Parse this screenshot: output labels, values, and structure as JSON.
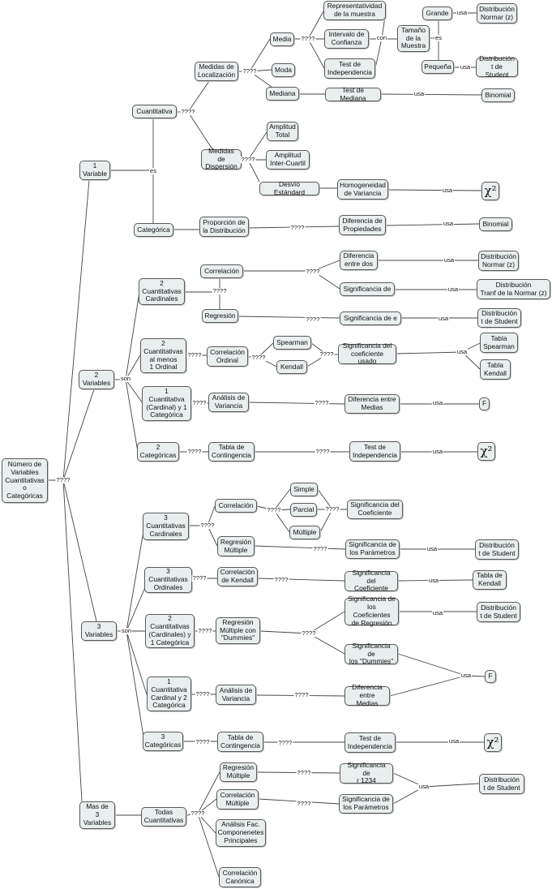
{
  "nodes": {
    "root": "Número de\nVariables\nCuantitativas\no\nCategóricas",
    "v1": "1\nVariable",
    "v2": "2\nVariables",
    "v3": "3\nVariables",
    "vmas": "Mas de\n3\nVariables",
    "cuant": "Cuantitativa",
    "categ": "Categórica",
    "medloc": "Medidas de\nLocalización",
    "meddisp": "Medidas de\nDispersión",
    "media": "Media",
    "moda": "Moda",
    "mediana": "Mediana",
    "repres": "Representatividad\nde la muestra",
    "intconf": "Intervalo de\nConfianza",
    "testind1": "Test de\nIndependencia",
    "tamano": "Tamaño\nde la\nMuestra",
    "grande": "Grande",
    "pequena": "Pequeña",
    "normz": "Distribución\nNormar (z)",
    "studt1": "Distribución\nt de Student",
    "testmed": "Test de Mediana",
    "binom1": "Binomial",
    "amptot": "Amplitud\nTotal",
    "ampiq": "Amplitud\nInter-Cuartil",
    "desvio": "Desvío Estándard",
    "homog": "Homogeneidad\nde Variancia",
    "chi1": "χ²",
    "proporc": "Proporción de\nla Distribución",
    "difprop": "Diferencia de\nPropiedades",
    "binom2": "Binomial",
    "c2card": "2\nCuantitativas\nCardinales",
    "correl1": "Correlación",
    "regres": "Regresión",
    "difdos": "Diferencia\nentre dos",
    "signif1": "Significancia de",
    "signife": "Significancia de e",
    "normz2": "Distribución\nNormar (z)",
    "tranf": "Distribución\nTranf de la Normar (z)",
    "studt2": "Distribución\nt de Student",
    "c2ord": "2\nCuantitativas\nal menos\n1 Ordinal",
    "corrord": "Correlación\nOrdinal",
    "spear": "Spearman",
    "kendall1": "Kendall",
    "signcoef": "Significancia del\ncoeficiente usado",
    "tabsp": "Tabla\nSpearman",
    "tabk1": "Tabla\nKendall",
    "c1card1cat": "1\nCuantitativa\n(Cardinal) y 1\nCategórica",
    "anvar1": "Análisis de\nVariancia",
    "difmed1": "Diferencia entre\nMedias",
    "f1": "F",
    "cat2": "2\nCategóricas",
    "tabcont1": "Tabla de\nContingencia",
    "testind2": "Test de\nIndependencia",
    "chi2": "χ²",
    "c3card": "3\nCuantitativas\nCardinales",
    "correl3": "Correlación",
    "regmul1": "Regresión\nMúltiple",
    "simple": "Simple",
    "parcial": "Parcial",
    "multiple": "Múltiple",
    "signcoef3": "Significancia del\nCoeficiente",
    "signpar1": "Significancia de\nlos Parámetros",
    "studt3": "Distribución\nt de Student",
    "c3ord": "3\nCuantitativas\nOrdinales",
    "corrken": "Correlación\nde Kendall",
    "signcoef4": "Significancia del\nCoeficiente",
    "tabk2": "Tabla de\nKendall",
    "c2card1cat": "2\nCuantitativas\n(Cardinales) y\n1 Categórica",
    "regdum": "Regresión\nMúltiple con\n\"Dummies\"",
    "signcoefreg": "Significancia de\nlos Coeficientes\nde Regresión",
    "signdum": "Significancia de\nlos \"Dummies\"",
    "studt4": "Distribución\nt de Student",
    "f2": "F",
    "c1card2cat": "1\nCuantitativa\nCardinal y 2\nCategórica",
    "anvar2": "Análisis de\nVariancia",
    "difmed2": "Diferencia\nentre Medias",
    "cat3": "3\nCategóricas",
    "tabcont2": "Tabla de\nContingencia",
    "testind3": "Test de\nIndependencia",
    "chi3": "χ²",
    "todas": "Todas\nCuantitativas",
    "regmul2": "Regresión\nMúltiple",
    "corrmul": "Correlación\nMúltiple",
    "anfac": "Análisis Fac.\nComponenetes\nPrincipales",
    "corrcan": "Correlación\nCanónica",
    "signr": "Significancia de\nr 1234",
    "signpar2": "Significancia de\nlos Parámetros",
    "studt5": "Distribución\nt de Student"
  },
  "link_labels": {
    "q": "????",
    "es": "es",
    "son": "son",
    "usa": "usa",
    "con": "con"
  }
}
